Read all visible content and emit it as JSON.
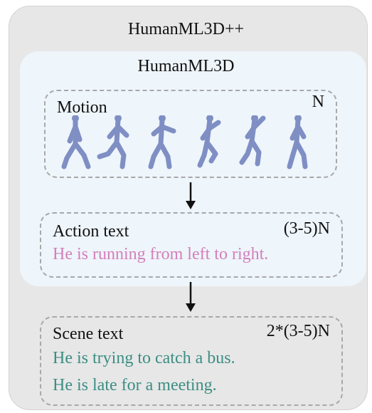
{
  "outer": {
    "title": "HumanML3D++"
  },
  "inner": {
    "title": "HumanML3D"
  },
  "motion": {
    "label": "Motion",
    "count": "N",
    "figure_color": "#7f8fc4"
  },
  "action": {
    "label": "Action text",
    "count": "(3-5)N",
    "example": "He is running from left to right.",
    "color": "#d47fba"
  },
  "scene": {
    "label": "Scene text",
    "count": "2*(3-5)N",
    "examples": [
      "He is trying to catch a bus.",
      "He is late for a meeting."
    ],
    "color": "#3c8e83"
  }
}
